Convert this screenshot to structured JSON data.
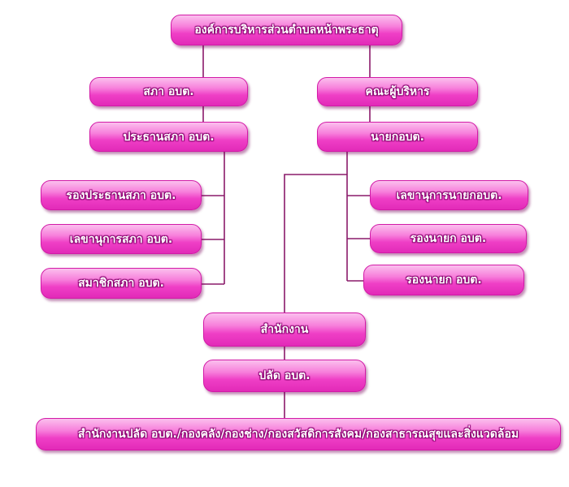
{
  "nodes": {
    "top": "องค์การบริหารส่วนตำบลหน้าพระธาตุ",
    "council": "สภา อบต.",
    "council_chair": "ประธานสภา อบต.",
    "council_vice_chair": "รองประธานสภา อบต.",
    "council_secretary": "เลขานุการสภา อบต.",
    "council_member": "สมาชิกสภา อบต.",
    "executive": "คณะผู้บริหาร",
    "mayor": "นายกอบต.",
    "mayor_secretary": "เลขานุการนายกอบต.",
    "deputy_mayor_1": "รองนายก อบต.",
    "deputy_mayor_2": "รองนายก อบต.",
    "office": "สำนักงาน",
    "chief_admin": "ปลัด อบต.",
    "divisions": "สำนักงานปลัด อบต./กองคลัง/กองช่าง/กองสวัสดิการสังคม/กองสาธารณสุขและสิ่งแวดล้อม"
  },
  "colors": {
    "box_fill": "#ef3fc6",
    "box_highlight": "#fbc0ee",
    "connector": "#8a1a6a",
    "text": "#ffffff"
  }
}
